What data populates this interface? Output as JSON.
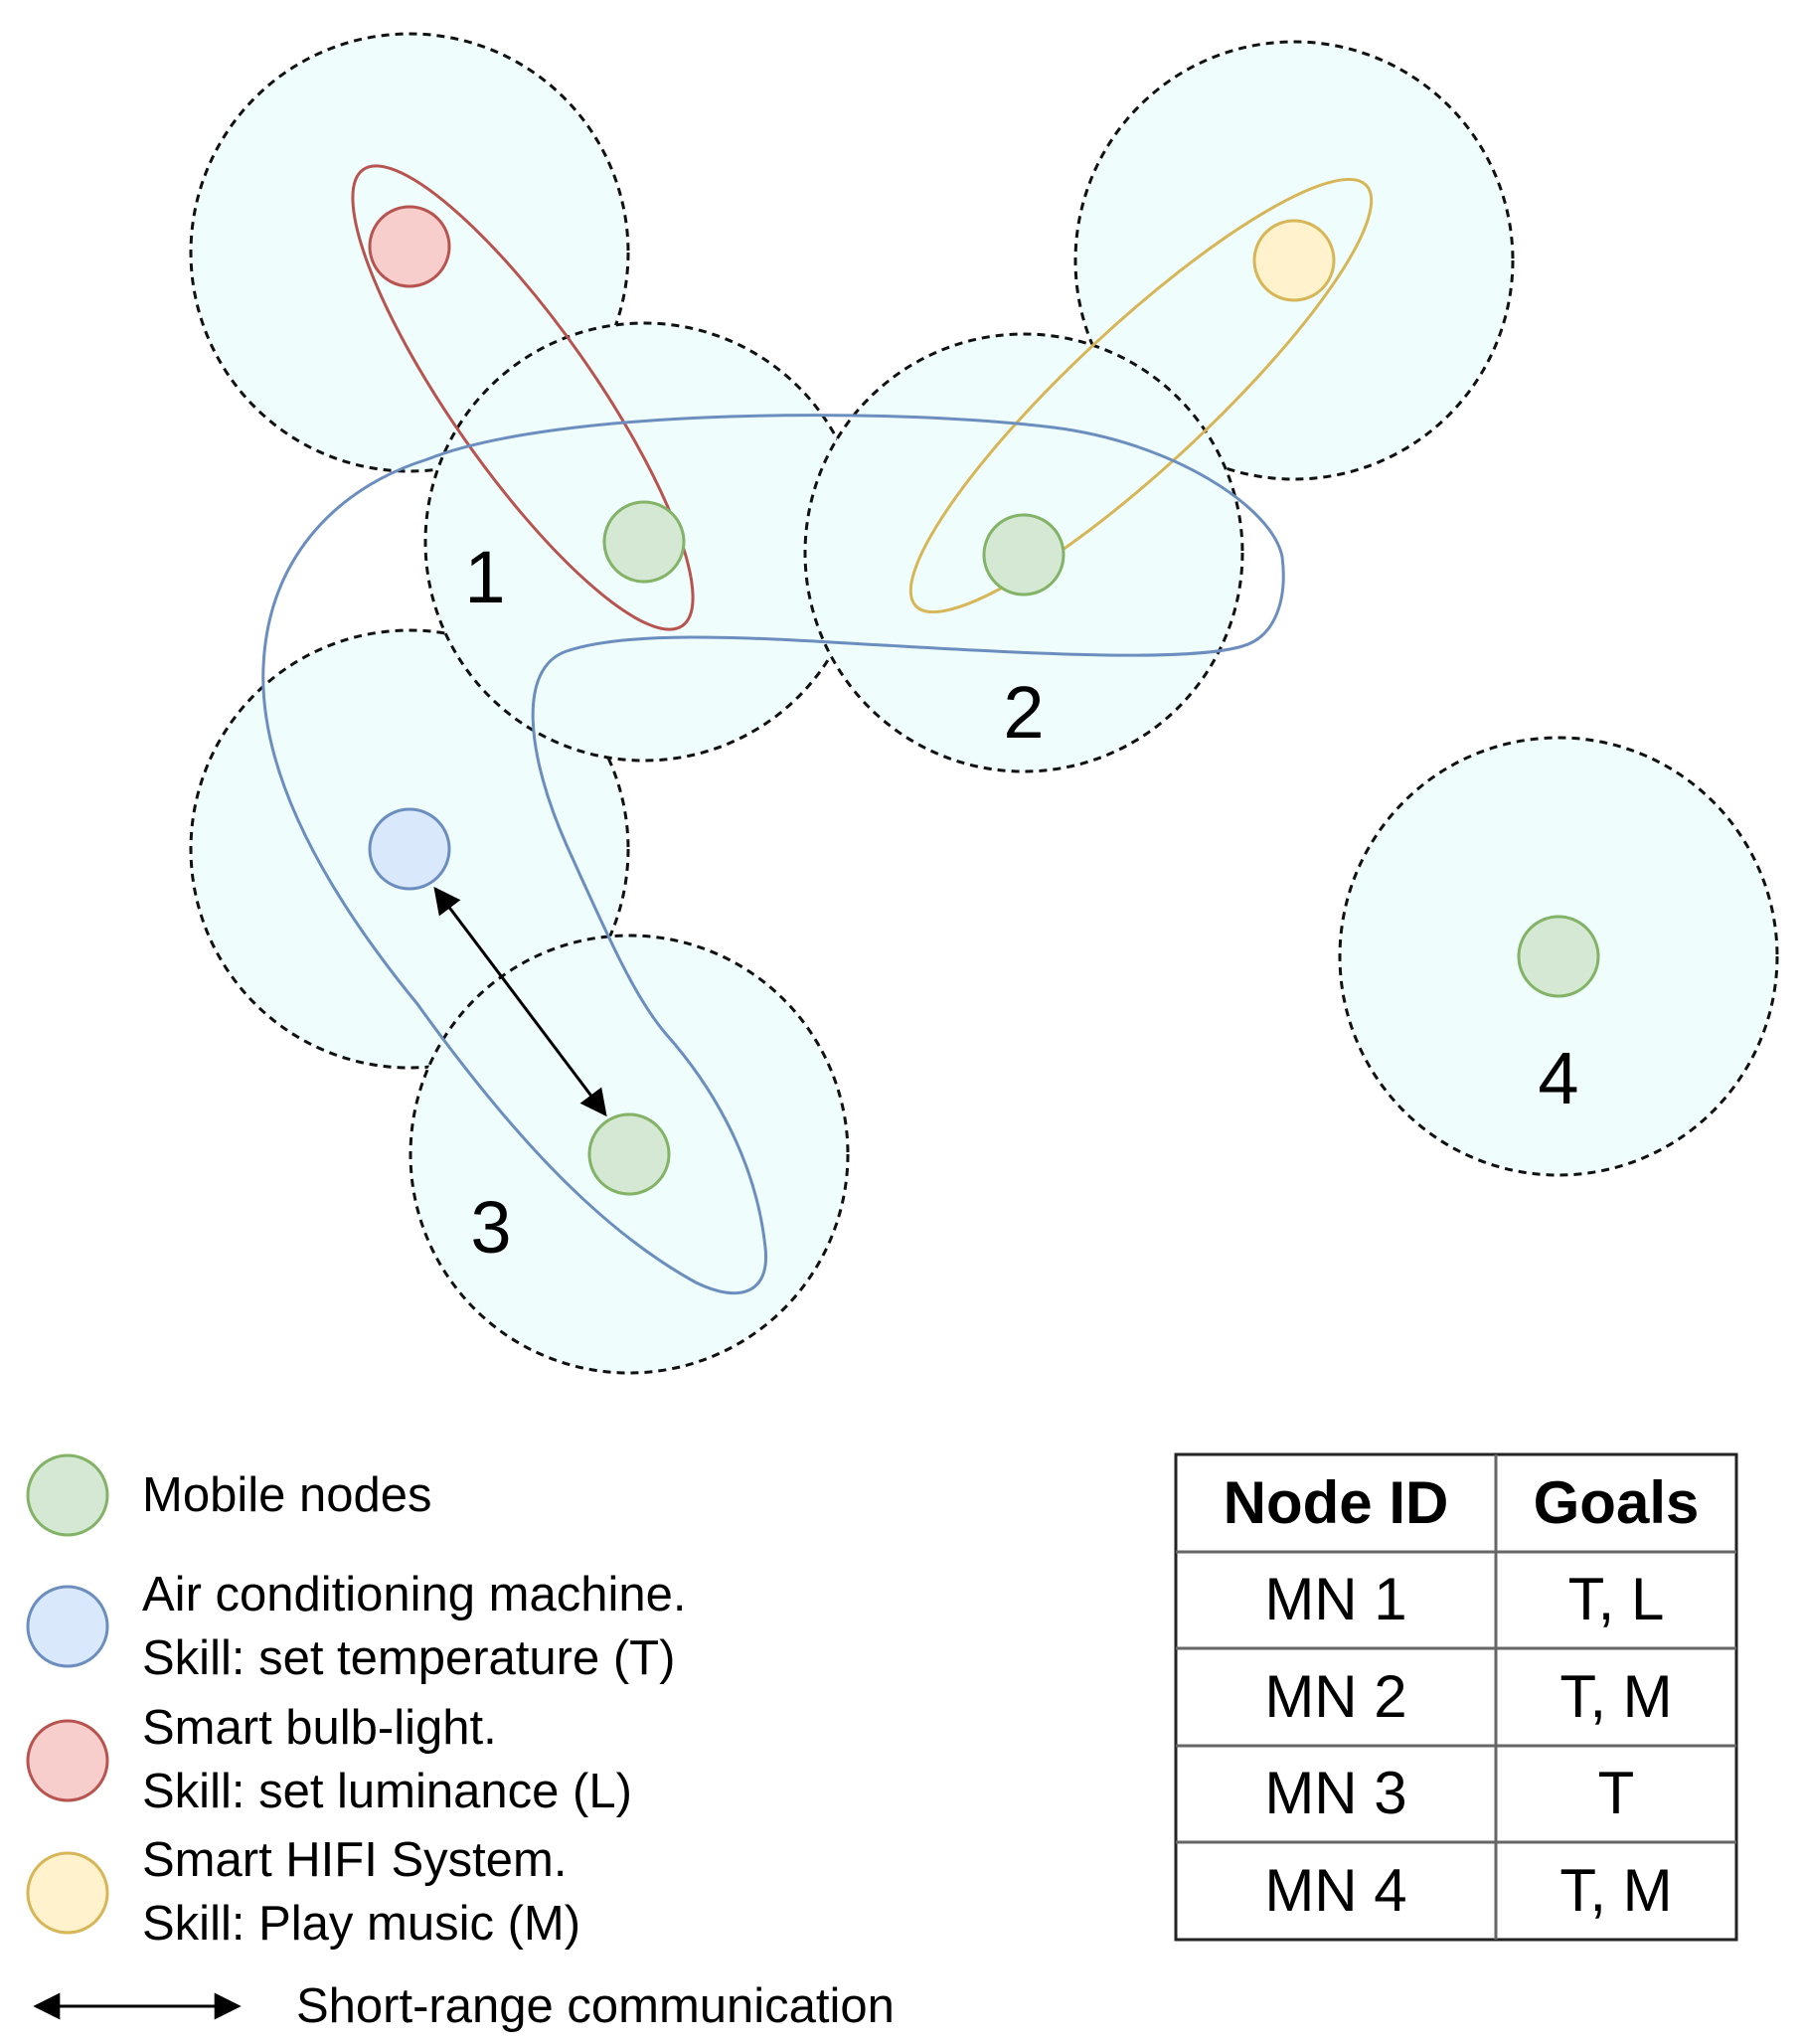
{
  "colors": {
    "range_fill": "#effdfd",
    "mobile_node_fill": "#d5e8d4",
    "mobile_node_stroke": "#82b366",
    "ac_fill": "#dae8fc",
    "ac_stroke": "#6c8ebf",
    "bulb_fill": "#f8cecc",
    "bulb_stroke": "#b85450",
    "hifi_fill": "#fff2cc",
    "hifi_stroke": "#d6b656"
  },
  "nodes": [
    {
      "id": "1",
      "label": "1"
    },
    {
      "id": "2",
      "label": "2"
    },
    {
      "id": "3",
      "label": "3"
    },
    {
      "id": "4",
      "label": "4"
    }
  ],
  "legend": {
    "mobile_nodes": "Mobile nodes",
    "ac_line1": "Air conditioning machine.",
    "ac_line2": "Skill: set temperature (T)",
    "bulb_line1": "Smart bulb-light.",
    "bulb_line2": "Skill: set luminance (L)",
    "hifi_line1": "Smart HIFI System.",
    "hifi_line2": "Skill: Play music (M)",
    "short_range": "Short-range communication"
  },
  "table": {
    "headers": [
      "Node ID",
      "Goals"
    ],
    "rows": [
      [
        "MN 1",
        "T, L"
      ],
      [
        "MN 2",
        "T, M"
      ],
      [
        "MN 3",
        "T"
      ],
      [
        "MN 4",
        "T, M"
      ]
    ]
  }
}
